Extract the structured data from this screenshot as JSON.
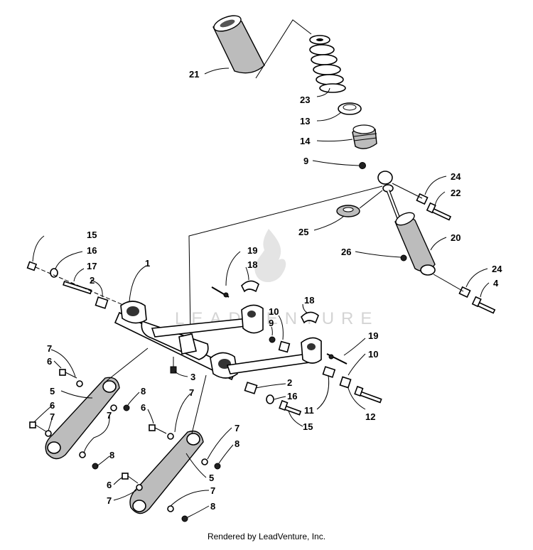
{
  "watermark": {
    "text": "LEADVENTURE"
  },
  "footer": {
    "credit": "Rendered by LeadVenture, Inc."
  },
  "callouts": [
    {
      "id": "c21a",
      "label": "21"
    },
    {
      "id": "c23",
      "label": "23"
    },
    {
      "id": "c13",
      "label": "13"
    },
    {
      "id": "c14",
      "label": "14"
    },
    {
      "id": "c9a",
      "label": "9"
    },
    {
      "id": "c24a",
      "label": "24"
    },
    {
      "id": "c22",
      "label": "22"
    },
    {
      "id": "c25",
      "label": "25"
    },
    {
      "id": "c20",
      "label": "20"
    },
    {
      "id": "c26",
      "label": "26"
    },
    {
      "id": "c24b",
      "label": "24"
    },
    {
      "id": "c4",
      "label": "4"
    },
    {
      "id": "c15a",
      "label": "15"
    },
    {
      "id": "c16a",
      "label": "16"
    },
    {
      "id": "c17",
      "label": "17"
    },
    {
      "id": "c2a",
      "label": "2"
    },
    {
      "id": "c1",
      "label": "1"
    },
    {
      "id": "c19a",
      "label": "19"
    },
    {
      "id": "c18a",
      "label": "18"
    },
    {
      "id": "c18b",
      "label": "18"
    },
    {
      "id": "c10a",
      "label": "10"
    },
    {
      "id": "c9b",
      "label": "9"
    },
    {
      "id": "c19b",
      "label": "19"
    },
    {
      "id": "c10b",
      "label": "10"
    },
    {
      "id": "c7a",
      "label": "7"
    },
    {
      "id": "c6a",
      "label": "6"
    },
    {
      "id": "c3",
      "label": "3"
    },
    {
      "id": "c5a",
      "label": "5"
    },
    {
      "id": "c8a",
      "label": "8"
    },
    {
      "id": "c6b",
      "label": "6"
    },
    {
      "id": "c7b",
      "label": "7"
    },
    {
      "id": "c7c",
      "label": "7"
    },
    {
      "id": "c8b",
      "label": "8"
    },
    {
      "id": "c7d",
      "label": "7"
    },
    {
      "id": "c6c",
      "label": "6"
    },
    {
      "id": "c2b",
      "label": "2"
    },
    {
      "id": "c16b",
      "label": "16"
    },
    {
      "id": "c11",
      "label": "11"
    },
    {
      "id": "c12",
      "label": "12"
    },
    {
      "id": "c15b",
      "label": "15"
    },
    {
      "id": "c7e",
      "label": "7"
    },
    {
      "id": "c8c",
      "label": "8"
    },
    {
      "id": "c5b",
      "label": "5"
    },
    {
      "id": "c6d",
      "label": "6"
    },
    {
      "id": "c7f",
      "label": "7"
    },
    {
      "id": "c7g",
      "label": "7"
    },
    {
      "id": "c8d",
      "label": "8"
    }
  ]
}
